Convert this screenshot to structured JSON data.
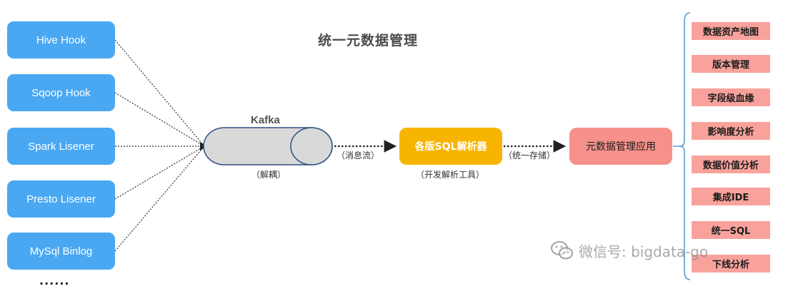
{
  "title": "统一元数据管理",
  "sources": [
    "Hive Hook",
    "Sqoop Hook",
    "Spark Lisener",
    "Presto Lisener",
    "MySql Binlog"
  ],
  "sources_more": "......",
  "kafka": {
    "label": "Kafka",
    "caption": "（解耦）"
  },
  "edge_labels": {
    "message_stream": "（消息流）",
    "unified_storage": "（统一存储）"
  },
  "parser": {
    "label": "各版SQL解析器",
    "caption": "（开发解析工具）"
  },
  "application": {
    "label": "元数据管理应用"
  },
  "features": [
    "数据资产地图",
    "版本管理",
    "字段级血缘",
    "影响度分析",
    "数据价值分析",
    "集成IDE",
    "统一SQL",
    "下线分析"
  ],
  "watermark": "微信号: bigdata-go",
  "colors": {
    "source_blue": "#4aa8f2",
    "parser_yellow": "#f7b500",
    "app_pink": "#f6908a",
    "feature_pink": "#f9a29c",
    "kafka_gray": "#d9d9d9",
    "bracket_blue": "#5b9bd5"
  }
}
